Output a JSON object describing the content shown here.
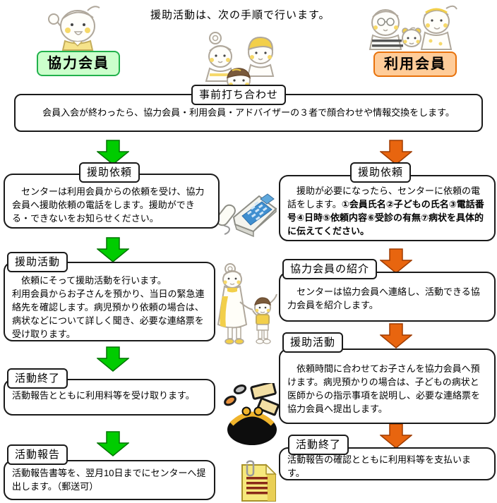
{
  "title": "援助活動は、次の手順で行います。",
  "badges": {
    "cooperation": "協力会員",
    "user": "利用会員"
  },
  "pre_meeting": {
    "label": "事前打ち合わせ",
    "text": "会員入会が終わったら、協力会員・利用会員・アドバイザーの３者で顔合わせや情報交換をします。"
  },
  "left_flow": {
    "steps": [
      {
        "label": "援助依頼",
        "text": "　センターは利用会員からの依頼を受け、協力会員へ援助依頼の電話をします。援助ができる・できないをお知らせください。"
      },
      {
        "label": "援助活動",
        "text": "　依頼にそって援助活動を行います。\n利用会員からお子さんを預かり、当日の緊急連絡先を確認します。病児預かり依頼の場合は、病状などについて詳しく聞き、必要な連絡票を受け取ります。"
      },
      {
        "label": "活動終了",
        "text": "活動報告とともに利用料等を受け取ります。"
      },
      {
        "label": "活動報告",
        "text": "活動報告書等を、翌月10日までにセンターへ提出します。（郵送可）"
      }
    ]
  },
  "right_flow": {
    "steps": [
      {
        "label": "援助依頼",
        "text": "　援助が必要になったら、センターに依頼の電話をします。",
        "text_bold": "①会員氏名②子どもの氏名③電話番号④日時⑤依頼内容⑥受診の有無⑦病状を具体的に伝えてください。"
      },
      {
        "label": "協力会員の紹介",
        "text": "　センターは協力会員へ連絡し、活動できる協力会員を紹介します。"
      },
      {
        "label": "援助活動",
        "text": "　依頼時間に合わせてお子さんを協力会員へ預けます。病児預かりの場合は、子どもの病状と医師からの指示事項を説明し、必要な連絡票を協力会員へ提出します。"
      },
      {
        "label": "活動終了",
        "text": "活動報告の確認とともに利用料等を支払います。"
      }
    ]
  },
  "icons": {
    "top_left": "waving-child-icon",
    "top_center": "family-trio-icon",
    "top_right": "parents-baby-icon",
    "left_request": "telephone-icon",
    "left_activity": "caregiver-child-icon",
    "left_end": "purse-money-icon",
    "left_report": "memo-note-icon",
    "left_arrows": "down-arrow-green-icon",
    "right_arrows": "down-arrow-orange-icon"
  },
  "colors": {
    "cooperation_badge_bg": "#CCFFCC",
    "cooperation_badge_border": "#22B14C",
    "user_badge_bg": "#FFCC99",
    "user_badge_border": "#E8720C",
    "left_arrow": "#00CC00",
    "right_arrow": "#E8650F"
  }
}
